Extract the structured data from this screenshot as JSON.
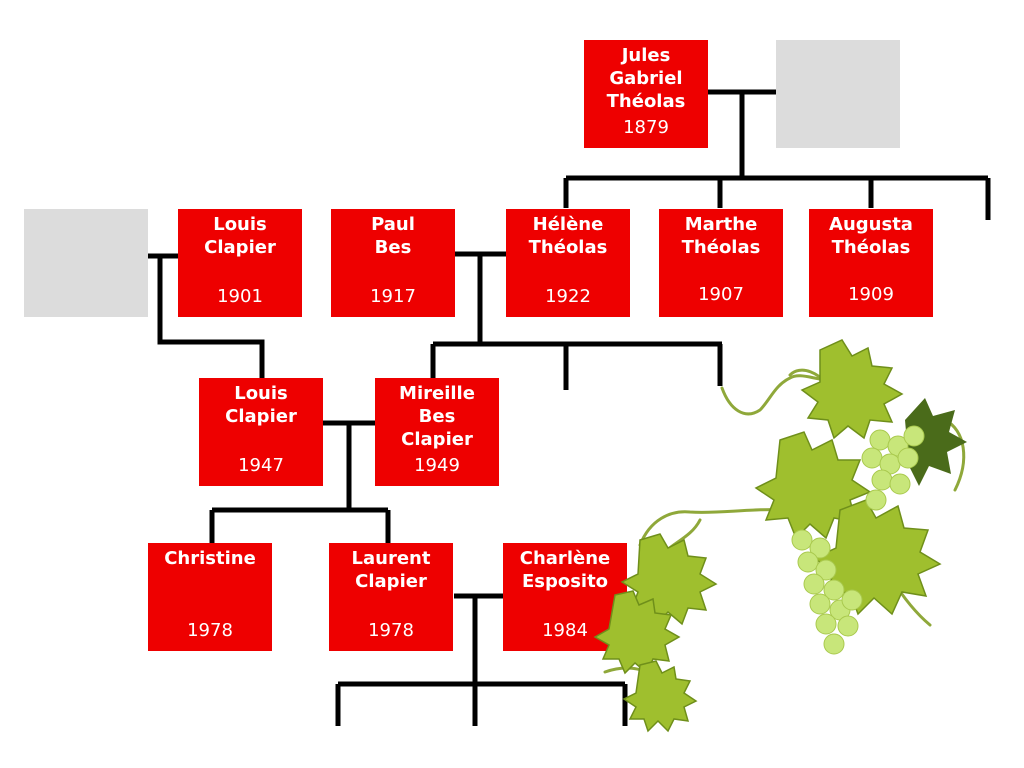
{
  "colors": {
    "person": "#ee0000",
    "placeholder": "#dcdcdc",
    "line": "#000000"
  },
  "people": [
    {
      "name": "Jules\nGabriel\nThéolas",
      "year": "1879"
    },
    {
      "name": "",
      "year": ""
    },
    {
      "name": "",
      "year": ""
    },
    {
      "name": "Louis\nClapier",
      "year": "1901"
    },
    {
      "name": "Paul\nBes",
      "year": "1917"
    },
    {
      "name": "Hélène\nThéolas",
      "year": "1922"
    },
    {
      "name": "Marthe\nThéolas",
      "year": "1907"
    },
    {
      "name": "Augusta\nThéolas",
      "year": "1909"
    },
    {
      "name": "Louis\nClapier",
      "year": "1947"
    },
    {
      "name": "Mireille\nBes\nClapier",
      "year": "1949"
    },
    {
      "name": "Christine",
      "year": "1978"
    },
    {
      "name": "Laurent\nClapier",
      "year": "1978"
    },
    {
      "name": "Charlène\nEsposito",
      "year": "1984"
    }
  ],
  "decoration": {
    "icon": "grape-vine-icon"
  }
}
